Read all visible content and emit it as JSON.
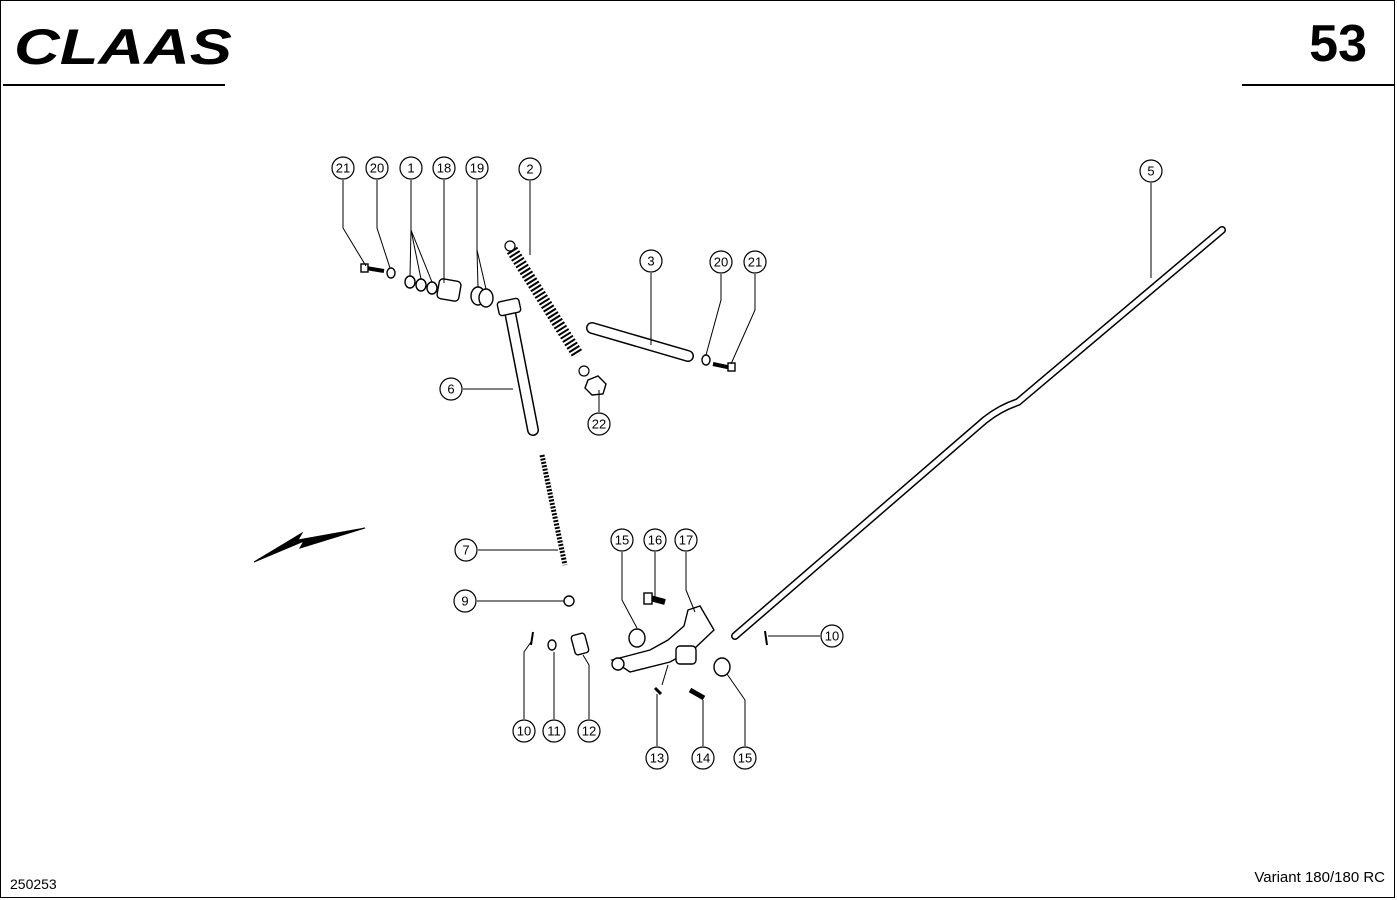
{
  "header": {
    "logo_text": "CLAAS",
    "page_number": "53"
  },
  "footer": {
    "doc_number": "250253",
    "model": "Variant 180/180 RC"
  },
  "callouts": [
    {
      "id": "c21a",
      "label": "21"
    },
    {
      "id": "c20a",
      "label": "20"
    },
    {
      "id": "c1",
      "label": "1"
    },
    {
      "id": "c18",
      "label": "18"
    },
    {
      "id": "c19",
      "label": "19"
    },
    {
      "id": "c2",
      "label": "2"
    },
    {
      "id": "c3",
      "label": "3"
    },
    {
      "id": "c20b",
      "label": "20"
    },
    {
      "id": "c21b",
      "label": "21"
    },
    {
      "id": "c5",
      "label": "5"
    },
    {
      "id": "c6",
      "label": "6"
    },
    {
      "id": "c22",
      "label": "22"
    },
    {
      "id": "c7",
      "label": "7"
    },
    {
      "id": "c9",
      "label": "9"
    },
    {
      "id": "c15a",
      "label": "15"
    },
    {
      "id": "c16",
      "label": "16"
    },
    {
      "id": "c17",
      "label": "17"
    },
    {
      "id": "c10a",
      "label": "10"
    },
    {
      "id": "c10b",
      "label": "10"
    },
    {
      "id": "c11",
      "label": "11"
    },
    {
      "id": "c12",
      "label": "12"
    },
    {
      "id": "c13",
      "label": "13"
    },
    {
      "id": "c14",
      "label": "14"
    },
    {
      "id": "c15b",
      "label": "15"
    }
  ]
}
